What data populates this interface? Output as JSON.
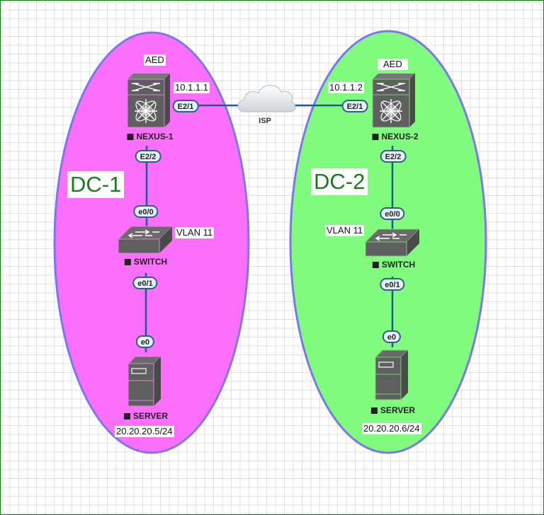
{
  "colors": {
    "dc1_fill": "#fb6ffb",
    "dc2_fill": "#80fb7e",
    "ellipse_border": "#7b78ee",
    "link": "#1d5a95",
    "device": "#5f5f5f",
    "dc_label": "#1b7a1b",
    "frame": "#1a7a1a"
  },
  "zones": [
    {
      "label": "DC-1"
    },
    {
      "label": "DC-2"
    }
  ],
  "cloud": {
    "label": "ISP",
    "icon": "cloud-icon"
  },
  "dc1": {
    "nexus": {
      "name": "NEXUS-1",
      "role": "AED",
      "ip": "10.1.1.1",
      "icon": "nexus-switch-icon",
      "uplink_port": "E2/1",
      "downlink_port": "E2/2"
    },
    "switch": {
      "name": "SWITCH",
      "vlan": "VLAN 11",
      "icon": "switch-icon",
      "up_port": "e0/0",
      "down_port": "e0/1"
    },
    "server": {
      "name": "SERVER",
      "ip": "20.20.20.5/24",
      "icon": "server-icon",
      "port": "e0"
    }
  },
  "dc2": {
    "nexus": {
      "name": "NEXUS-2",
      "role": "AED",
      "ip": "10.1.1.2",
      "icon": "nexus-switch-icon",
      "uplink_port": "E2/1",
      "downlink_port": "E2/2"
    },
    "switch": {
      "name": "SWITCH",
      "vlan": "VLAN 11",
      "icon": "switch-icon",
      "up_port": "e0/0",
      "down_port": "e0/1"
    },
    "server": {
      "name": "SERVER",
      "ip": "20.20.20.6/24",
      "icon": "server-icon",
      "port": "e0"
    }
  }
}
